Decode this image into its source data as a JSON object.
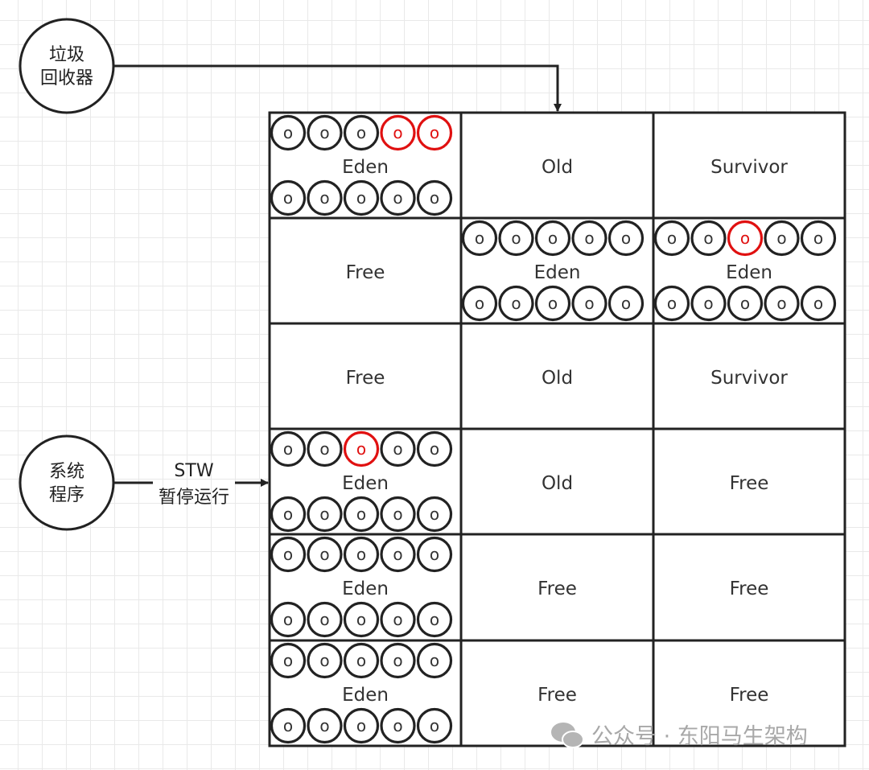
{
  "collector": {
    "lines": [
      "垃圾",
      "回收器"
    ]
  },
  "program": {
    "lines": [
      "系统",
      "程序"
    ]
  },
  "stw_label": {
    "lines": [
      "STW",
      "暂停运行"
    ]
  },
  "object_glyph": "o",
  "colors": {
    "line": "#222222",
    "highlight": "#e01010",
    "text": "#333333"
  },
  "regions": [
    [
      {
        "label": "Eden",
        "red_top": [
          3,
          4
        ]
      },
      {
        "label": "Old"
      },
      {
        "label": "Survivor"
      }
    ],
    [
      {
        "label": "Free"
      },
      {
        "label": "Eden",
        "red_top": []
      },
      {
        "label": "Eden",
        "red_top": [
          2
        ]
      }
    ],
    [
      {
        "label": "Free"
      },
      {
        "label": "Old"
      },
      {
        "label": "Survivor"
      }
    ],
    [
      {
        "label": "Eden",
        "red_top": [
          2
        ]
      },
      {
        "label": "Old"
      },
      {
        "label": "Free"
      }
    ],
    [
      {
        "label": "Eden",
        "red_top": []
      },
      {
        "label": "Free"
      },
      {
        "label": "Free"
      }
    ],
    [
      {
        "label": "Eden",
        "red_top": []
      },
      {
        "label": "Free"
      },
      {
        "label": "Free"
      }
    ]
  ],
  "watermark": "公众号 · 东阳马生架构"
}
